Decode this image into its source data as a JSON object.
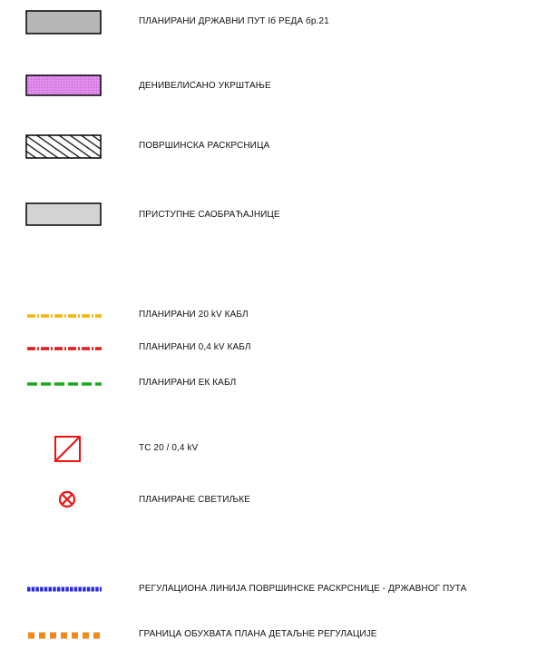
{
  "legend": {
    "items": [
      {
        "label": "ПЛАНИРАНИ  ДРЖАВНИ  ПУТ  Iб РЕДА бр.21",
        "symbol": "gray-road-box-icon",
        "color": "#b7b7b7"
      },
      {
        "label": "ДЕНИВЕЛИСАНО УКРШТАЊЕ",
        "symbol": "violet-box-icon",
        "color": "#d97ee6"
      },
      {
        "label": "ПОВРШИНСКА РАСКРСНИЦА",
        "symbol": "hatched-box-icon",
        "color": "#000000"
      },
      {
        "label": "ПРИСТУПНЕ САОБРАЋАЈНИЦЕ",
        "symbol": "light-gray-box-icon",
        "color": "#d4d4d4"
      },
      {
        "label": "ПЛАНИРАНИ 20 kV КАБЛ",
        "symbol": "yellow-dashed-line-icon",
        "color": "#f2b705"
      },
      {
        "label": "ПЛАНИРАНИ 0,4 kV КАБЛ",
        "symbol": "red-dashed-line-icon",
        "color": "#e31a1a"
      },
      {
        "label": "ПЛАНИРАНИ ЕК КАБЛ",
        "symbol": "green-dashed-line-icon",
        "color": "#1aa81a"
      },
      {
        "label": "ТС 20 / 0,4 kV",
        "symbol": "transformer-station-icon",
        "color": "#ee1111"
      },
      {
        "label": "ПЛАНИРАНЕ СВЕТИЉКЕ",
        "symbol": "street-light-icon",
        "color": "#ee1111"
      },
      {
        "label": "РЕГУЛАЦИОНА ЛИНИЈА   ПОВРШИНСКЕ РАСКРСНИЦЕ - ДРЖАВНОГ  ПУТА",
        "symbol": "blue-regulation-line-icon",
        "color": "#2a2ae0"
      },
      {
        "label": "ГРАНИЦА ОБУХВАТА ПЛАНА ДЕТАЉНЕ  РЕГУЛАЦИЈЕ",
        "symbol": "orange-boundary-line-icon",
        "color": "#f08a1c"
      }
    ]
  }
}
